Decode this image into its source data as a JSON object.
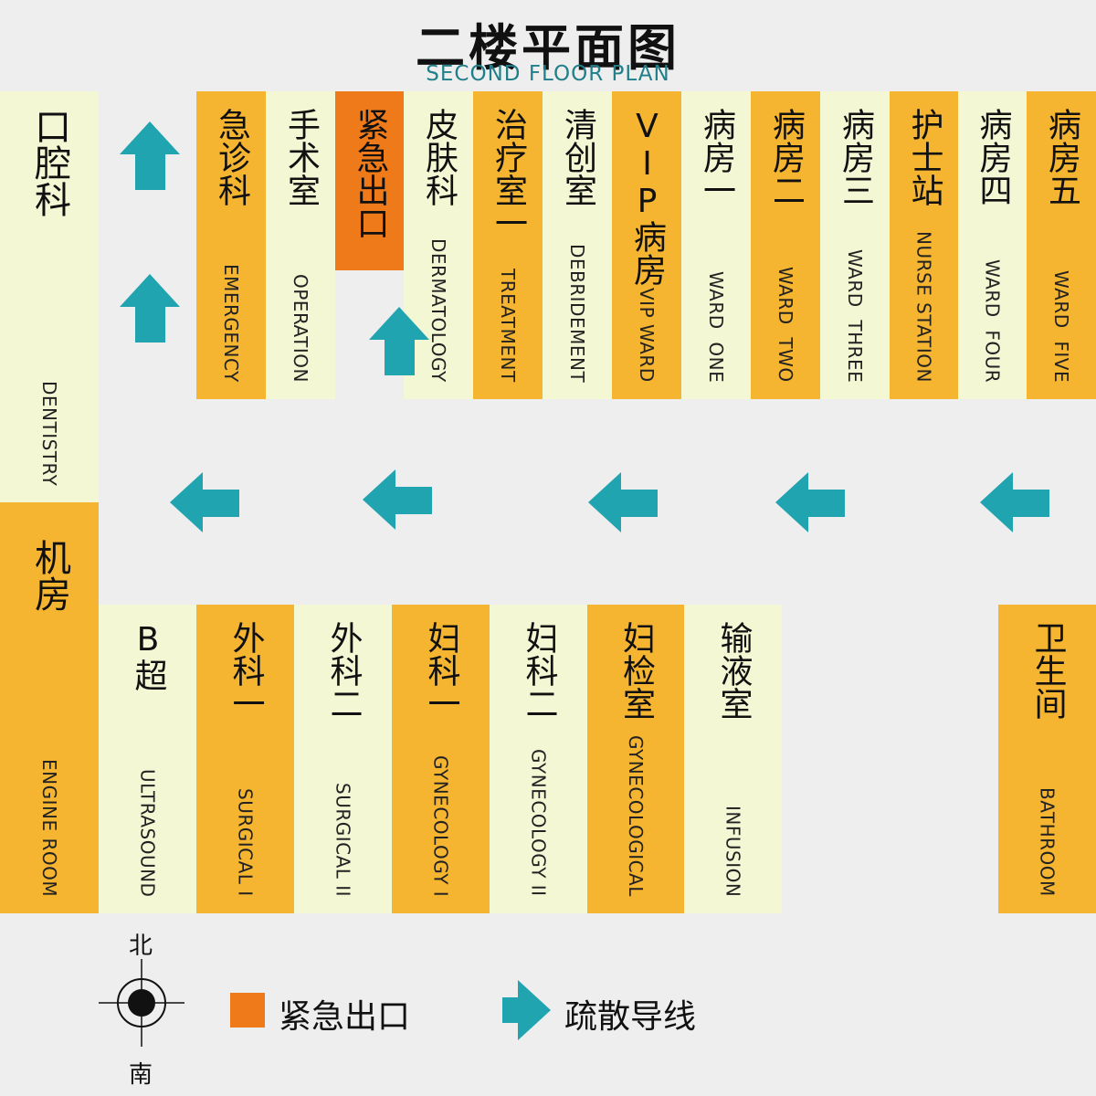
{
  "title": "二楼平面图",
  "subtitle": "SECOND FLOOR PLAN",
  "colors": {
    "orange": "#f5b530",
    "cream": "#f3f7d4",
    "exit": "#ef7a1a",
    "arrow": "#20a4b0",
    "background": "#eeeeee"
  },
  "rooms_top": [
    {
      "cn": "急诊科",
      "en": "EMERGENCY"
    },
    {
      "cn": "手术室",
      "en": "OPERATION"
    },
    {
      "cn": "紧急出口",
      "en": ""
    },
    {
      "cn": "皮肤科",
      "en": "DERMATOLOGY"
    },
    {
      "cn": "治疗室一",
      "en": "TREATMENT"
    },
    {
      "cn": "清创室",
      "en": "DEBRIDEMENT"
    },
    {
      "cn": "VIP病房",
      "en": "VIP WARD"
    },
    {
      "cn": "病房一",
      "en": "WARD  ONE"
    },
    {
      "cn": "病房二",
      "en": "WARD  TWO"
    },
    {
      "cn": "病房三",
      "en": "WARD  THREE"
    },
    {
      "cn": "护士站",
      "en": "NURSE STATION"
    },
    {
      "cn": "病房四",
      "en": "WARD  FOUR"
    },
    {
      "cn": "病房五",
      "en": "WARD  FIVE"
    }
  ],
  "room_left_top": {
    "cn": "口腔科",
    "en": "DENTISTRY"
  },
  "room_left_bottom": {
    "cn": "机房",
    "en": "ENGINE ROOM"
  },
  "rooms_bottom": [
    {
      "cn": "B超",
      "en": "ULTRASOUND"
    },
    {
      "cn": "外科一",
      "en": "SURGICAL I"
    },
    {
      "cn": "外科二",
      "en": "SURGICAL II"
    },
    {
      "cn": "妇科一",
      "en": "GYNECOLOGY I"
    },
    {
      "cn": "妇科二",
      "en": "GYNECOLOGY II"
    },
    {
      "cn": "妇检室",
      "en": "GYNECOLOGICAL"
    },
    {
      "cn": "输液室",
      "en": "INFUSION"
    }
  ],
  "room_bathroom": {
    "cn": "卫生间",
    "en": "BATHROOM"
  },
  "legend": {
    "exit_label": "紧急出口",
    "arrow_label": "疏散导线"
  },
  "compass": {
    "north": "北",
    "south": "南"
  }
}
